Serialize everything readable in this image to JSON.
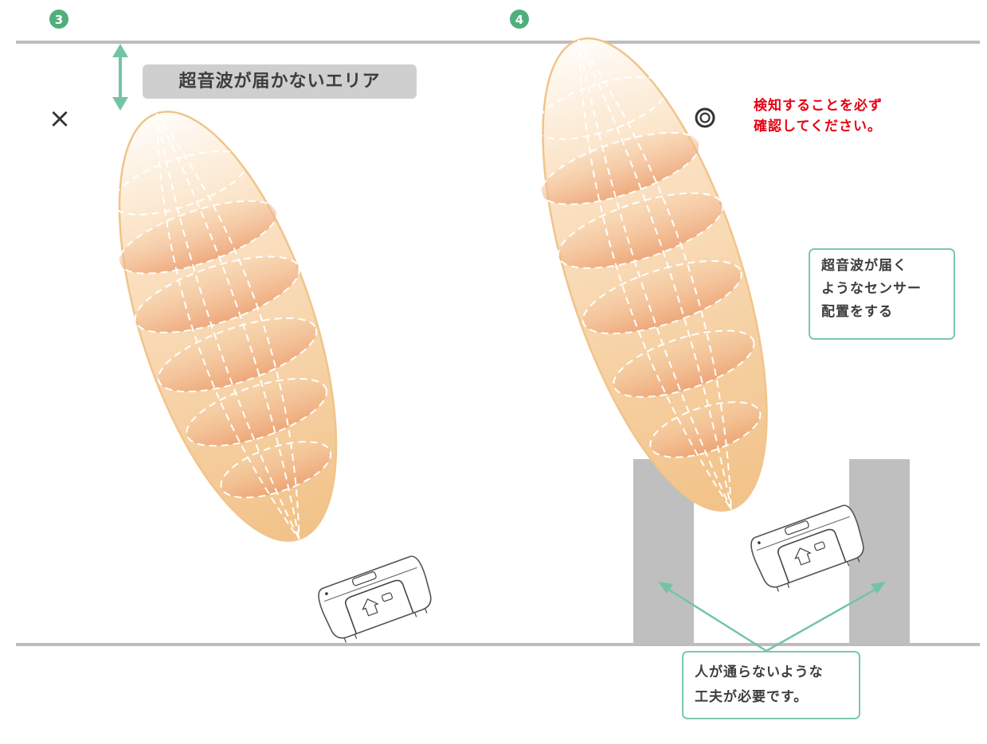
{
  "panel_left": {
    "number": "3",
    "mark": "×",
    "no_reach_label": "超音波が届かないエリア"
  },
  "panel_right": {
    "number": "4",
    "mark": "◎",
    "note_lines": [
      "検知することを必ず",
      "確認してください。"
    ],
    "placement_box_lines": [
      "超音波が届く",
      "ようなセンサー",
      "配置をする"
    ],
    "obstacle_box_lines": [
      "人が通らないような",
      "工夫が必要です。"
    ]
  },
  "colors": {
    "badge_green": "#4faf7a",
    "arrow_green": "#74c4a4",
    "floor_line": "#bdbdbd",
    "pillar": "#bfbfbf",
    "beam_edge": "#f0c48a",
    "beam_fill_light": "#fff6ea",
    "beam_fill_dark": "#efb079",
    "note_red": "#e60012"
  }
}
